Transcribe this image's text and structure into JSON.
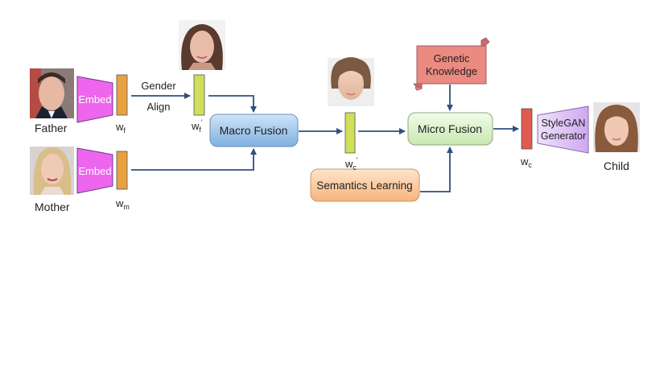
{
  "nodes": {
    "father": {
      "label": "Father"
    },
    "mother": {
      "label": "Mother"
    },
    "child": {
      "label": "Child"
    },
    "embed_father": {
      "label": "Embed"
    },
    "embed_mother": {
      "label": "Embed"
    },
    "gender_align": {
      "line1": "Gender",
      "line2": "Align"
    },
    "macro_fusion": {
      "label": "Macro Fusion"
    },
    "micro_fusion": {
      "label": "Micro Fusion"
    },
    "semantics_learning": {
      "label": "Semantics Learning"
    },
    "genetic_knowledge": {
      "line1": "Genetic",
      "line2": "Knowledge"
    },
    "stylegan_generator": {
      "line1": "StyleGAN",
      "line2": "Generator"
    }
  },
  "latents": {
    "wf": {
      "base": "w",
      "sub": "f",
      "sup": ""
    },
    "wm": {
      "base": "w",
      "sub": "m",
      "sup": ""
    },
    "wf_prime": {
      "base": "w",
      "sub": "f",
      "sup": "'"
    },
    "wc_prime": {
      "base": "w",
      "sub": "c",
      "sup": "'"
    },
    "wc": {
      "base": "w",
      "sub": "c",
      "sup": ""
    }
  },
  "colors": {
    "arrow": "#2f4f7f",
    "embed_fill": "#ee66ee",
    "latent_orange": "#e8a040",
    "latent_green": "#cfdf5a",
    "latent_red": "#e05a50",
    "macro_fill": "#9fc8ee",
    "micro_fill": "#ddf2cc",
    "semantics_fill": "#fbcea4",
    "genetic_fill": "#ea8a80",
    "stylegan_fill": "#dcc0f4"
  }
}
